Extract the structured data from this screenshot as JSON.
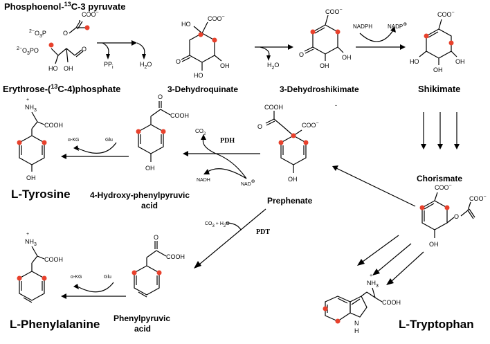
{
  "labels": {
    "pep": "Phosphoenol-",
    "pep_sup": "13",
    "pep_tail": "C-3 pyruvate",
    "e4p_a": "Erythrose-(",
    "e4p_sup": "13",
    "e4p_b": "C-4)phosphate",
    "dhq": "3-Dehydroquinate",
    "dhs": "3-Dehydroshikimate",
    "shikimate": "Shikimate",
    "chorismate": "Chorismate",
    "prephenate": "Prephenate",
    "hpp_1": "4-Hydroxy-phenylpyruvic",
    "hpp_2": "acid",
    "tyrosine": "L-Tyrosine",
    "pp_1": "Phenylpyruvic",
    "pp_2": "acid",
    "phenylalanine": "L-Phenylalanine",
    "tryptophan": "L-Tryptophan"
  },
  "enzymes": {
    "pdh": "PDH",
    "pdt": "PDT"
  },
  "cofactors": {
    "ppi": "PP",
    "ppi_sub": "i",
    "h2o": "H",
    "h2o_sub": "2",
    "h2o_tail": "O",
    "nadph": "NADPH",
    "nadp": "NADP",
    "nad": "NAD",
    "nadh": "NADH",
    "co2": "CO",
    "co2_sub": "2",
    "co3h2o": "CO",
    "co3_sub": "3",
    "co3_tail": " + H",
    "co3_sub2": "2",
    "co3_tail2": "O",
    "akg": "α-KG",
    "glu": "Glu",
    "dash": "-"
  },
  "groups": {
    "coo": "COO",
    "cooh": "COOH",
    "oh": "OH",
    "ho": "HO",
    "o": "O",
    "nh3": "NH",
    "nh3_sub": "3",
    "plus": "+",
    "minus": "−",
    "opo3": "O",
    "opo3_2": "3",
    "opo3_p": "P",
    "opo3_o": "O",
    "sup2": "2−",
    "nh": "N",
    "h": "H"
  },
  "colors": {
    "label_dot": "#e8412c",
    "ink": "#000000",
    "background": "#ffffff"
  }
}
